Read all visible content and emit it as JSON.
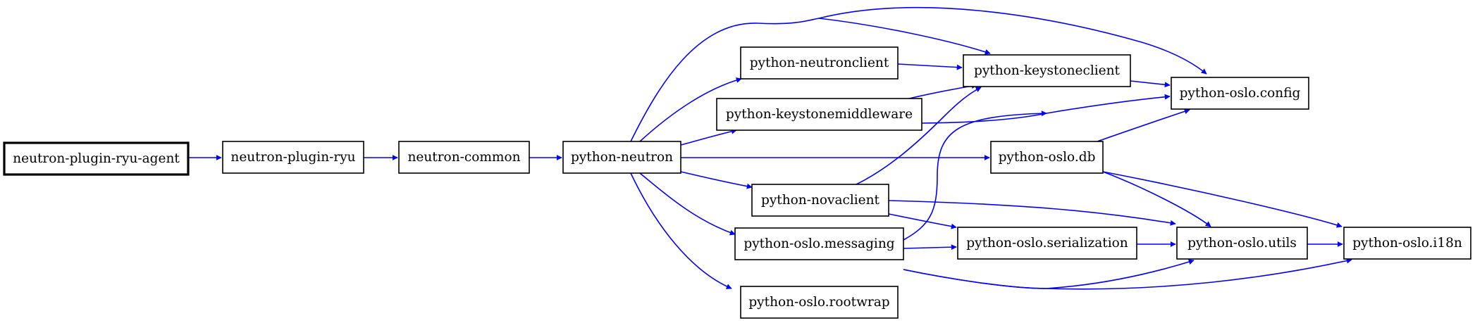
{
  "graph": {
    "edge_color": "#0000ff",
    "node_border_color": "#000000",
    "background": "#ffffff",
    "nodes": [
      {
        "id": "neutron-plugin-ryu-agent",
        "label": "neutron-plugin-ryu-agent",
        "root": true
      },
      {
        "id": "neutron-plugin-ryu",
        "label": "neutron-plugin-ryu"
      },
      {
        "id": "neutron-common",
        "label": "neutron-common"
      },
      {
        "id": "python-neutron",
        "label": "python-neutron"
      },
      {
        "id": "python-neutronclient",
        "label": "python-neutronclient"
      },
      {
        "id": "python-keystonemiddleware",
        "label": "python-keystonemiddleware"
      },
      {
        "id": "python-novaclient",
        "label": "python-novaclient"
      },
      {
        "id": "python-oslo.messaging",
        "label": "python-oslo.messaging"
      },
      {
        "id": "python-oslo.rootwrap",
        "label": "python-oslo.rootwrap"
      },
      {
        "id": "python-keystoneclient",
        "label": "python-keystoneclient"
      },
      {
        "id": "python-oslo.db",
        "label": "python-oslo.db"
      },
      {
        "id": "python-oslo.serialization",
        "label": "python-oslo.serialization"
      },
      {
        "id": "python-oslo.config",
        "label": "python-oslo.config"
      },
      {
        "id": "python-oslo.utils",
        "label": "python-oslo.utils"
      },
      {
        "id": "python-oslo.i18n",
        "label": "python-oslo.i18n"
      }
    ],
    "edges": [
      {
        "from": "neutron-plugin-ryu-agent",
        "to": "neutron-plugin-ryu"
      },
      {
        "from": "neutron-plugin-ryu",
        "to": "neutron-common"
      },
      {
        "from": "neutron-common",
        "to": "python-neutron"
      },
      {
        "from": "python-neutron",
        "to": "python-neutronclient"
      },
      {
        "from": "python-neutron",
        "to": "python-keystonemiddleware"
      },
      {
        "from": "python-neutron",
        "to": "python-oslo.db"
      },
      {
        "from": "python-neutron",
        "to": "python-novaclient"
      },
      {
        "from": "python-neutron",
        "to": "python-oslo.messaging"
      },
      {
        "from": "python-neutron",
        "to": "python-oslo.rootwrap"
      },
      {
        "from": "python-neutron",
        "to": "python-keystoneclient"
      },
      {
        "from": "python-neutron",
        "to": "python-oslo.config"
      },
      {
        "from": "python-neutronclient",
        "to": "python-keystoneclient"
      },
      {
        "from": "python-keystonemiddleware",
        "to": "python-keystoneclient"
      },
      {
        "from": "python-keystonemiddleware",
        "to": "python-oslo.config"
      },
      {
        "from": "python-keystoneclient",
        "to": "python-oslo.config"
      },
      {
        "from": "python-novaclient",
        "to": "python-keystoneclient"
      },
      {
        "from": "python-novaclient",
        "to": "python-oslo.serialization"
      },
      {
        "from": "python-novaclient",
        "to": "python-oslo.utils"
      },
      {
        "from": "python-oslo.messaging",
        "to": "python-oslo.serialization"
      },
      {
        "from": "python-oslo.messaging",
        "to": "python-oslo.config"
      },
      {
        "from": "python-oslo.messaging",
        "to": "python-oslo.utils"
      },
      {
        "from": "python-oslo.messaging",
        "to": "python-oslo.i18n"
      },
      {
        "from": "python-oslo.db",
        "to": "python-oslo.config"
      },
      {
        "from": "python-oslo.db",
        "to": "python-oslo.utils"
      },
      {
        "from": "python-oslo.db",
        "to": "python-oslo.i18n"
      },
      {
        "from": "python-oslo.serialization",
        "to": "python-oslo.utils"
      },
      {
        "from": "python-oslo.utils",
        "to": "python-oslo.i18n"
      }
    ]
  }
}
